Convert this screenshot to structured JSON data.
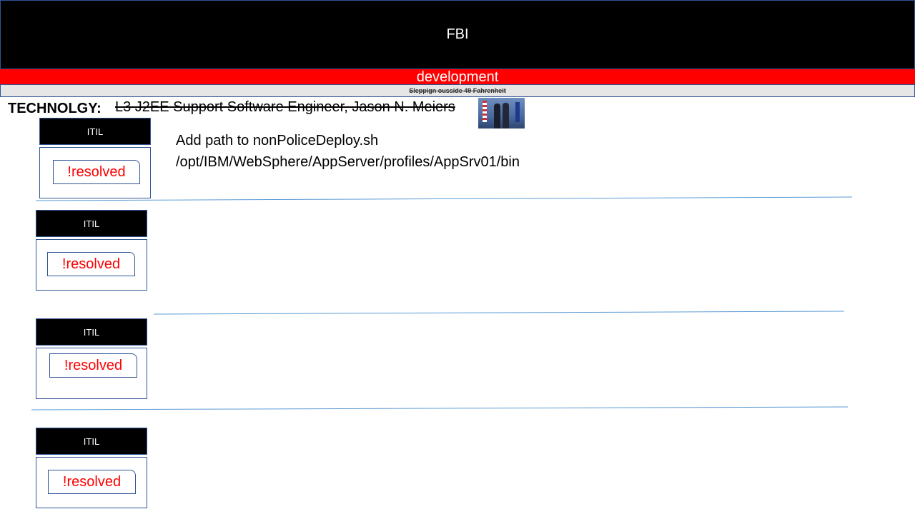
{
  "header": {
    "title": "FBI"
  },
  "band": {
    "label": "development"
  },
  "subband": {
    "text": "Sleppign ousside 49 Fahrenheit"
  },
  "technology": {
    "label": "TECHNOLGY:",
    "value": "L3 J2EE Support Software Engineer, Jason N. Meiers"
  },
  "note": {
    "line1": "Add path to nonPoliceDeploy.sh",
    "line2": "/opt/IBM/WebSphere/AppServer/profiles/AppSrv01/bin"
  },
  "cards": [
    {
      "head": "ITIL",
      "status": "!resolved"
    },
    {
      "head": "ITIL",
      "status": "!resolved"
    },
    {
      "head": "ITIL",
      "status": "!resolved"
    },
    {
      "head": "ITIL",
      "status": "!resolved"
    }
  ],
  "colors": {
    "accent_red": "#ff0000",
    "border_blue": "#2f5597",
    "rule": "#5b9bd5"
  }
}
